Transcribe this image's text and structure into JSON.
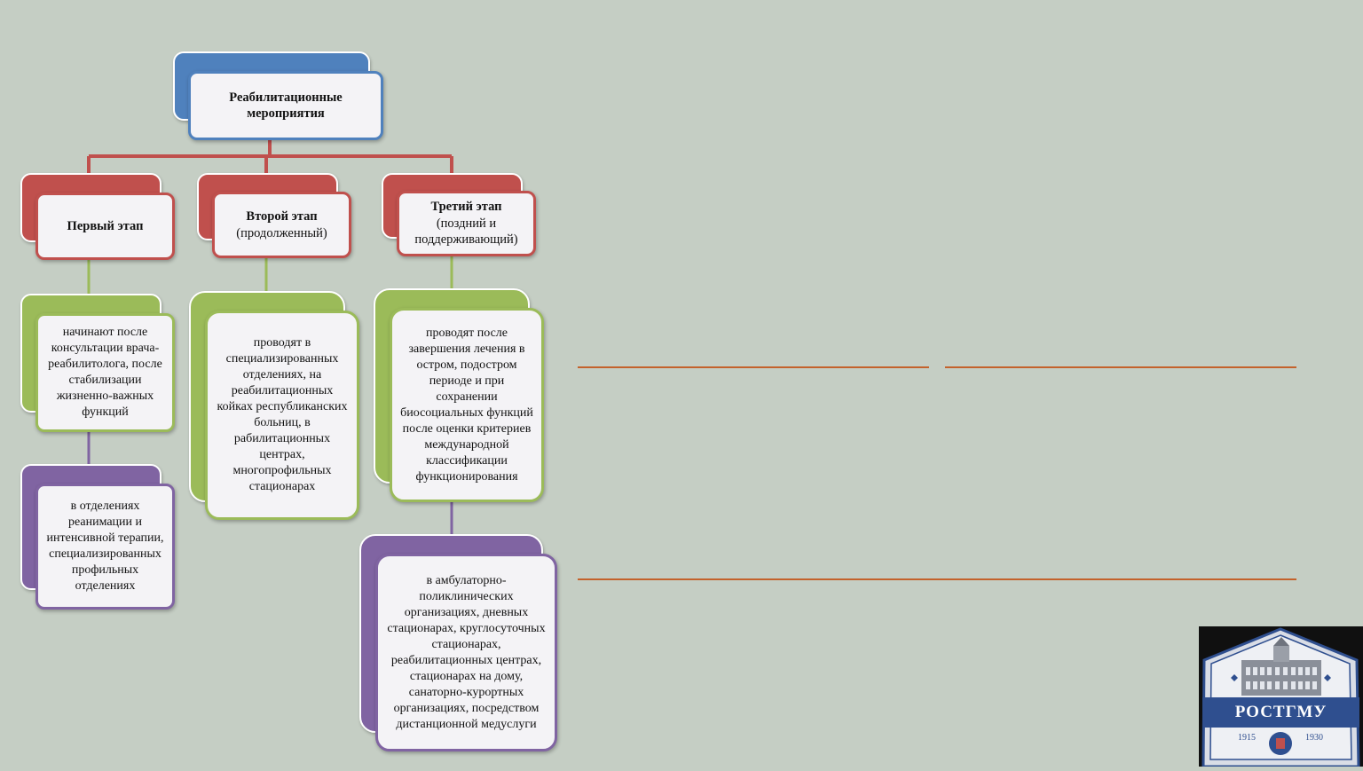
{
  "diagram": {
    "root": {
      "label": "Реабилитационные мероприятия"
    },
    "stages": [
      {
        "title": "Первый этап",
        "subtitle": ""
      },
      {
        "title": "Второй этап",
        "subtitle": "(продолженный)"
      },
      {
        "title": "Третий этап",
        "subtitle": "(поздний и поддерживающий)"
      }
    ],
    "timing": [
      "начинают после консультации врача-реабилитолога, после стабилизации жизненно-важных функций",
      "проводят в специализированных отделениях, на реабилитационных койках республиканских больниц, в рабилитационных центрах, многопрофильных стационарах",
      "проводят после завершения лечения в остром, подостром периоде и при сохранении биосоциальных функций после оценки критериев международной классификации функционирования"
    ],
    "places": [
      "в отделениях реанимации и интенсивной терапии, специализированных профильных отделениях",
      "в амбулаторно-поликлинических организациях, дневных стационарах, круглосуточных стационарах, реабилитационных центрах, стационарах на дому, санаторно-курортных организациях, посредством дистанционной медуслуги"
    ]
  },
  "logo": {
    "name": "РОСТГМУ",
    "year_left": "1915",
    "year_right": "1930"
  },
  "colors": {
    "background": "#c5cec4",
    "blue": "#4f81bd",
    "red": "#c0504d",
    "green": "#9bbb59",
    "purple": "#8064a2",
    "rule": "#c4622c"
  }
}
